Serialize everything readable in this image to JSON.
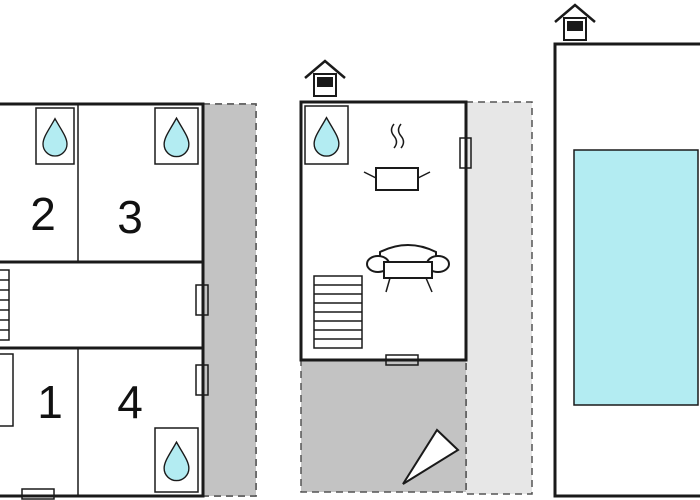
{
  "floor_plans": [
    {
      "rooms": [
        {
          "number": "2"
        },
        {
          "number": "3"
        },
        {
          "number": "1"
        },
        {
          "number": "4"
        }
      ]
    },
    {
      "features": [
        "bathroom",
        "kitchen",
        "living-room",
        "stairs",
        "entrance"
      ]
    },
    {
      "features": [
        "pool",
        "entrance"
      ]
    }
  ],
  "icons": [
    "house-icon",
    "water-drop-icon",
    "cooking-pot-icon",
    "sofa-icon",
    "stairs-icon",
    "compass-icon",
    "window-icon"
  ],
  "colors": {
    "wall": "#1a1a1a",
    "terrace_dark": "#c3c3c3",
    "terrace_light": "#e7e7e7",
    "water": "#b3ecf2",
    "pool": "#b3ecf2",
    "stair_fill": "#ffffff"
  }
}
